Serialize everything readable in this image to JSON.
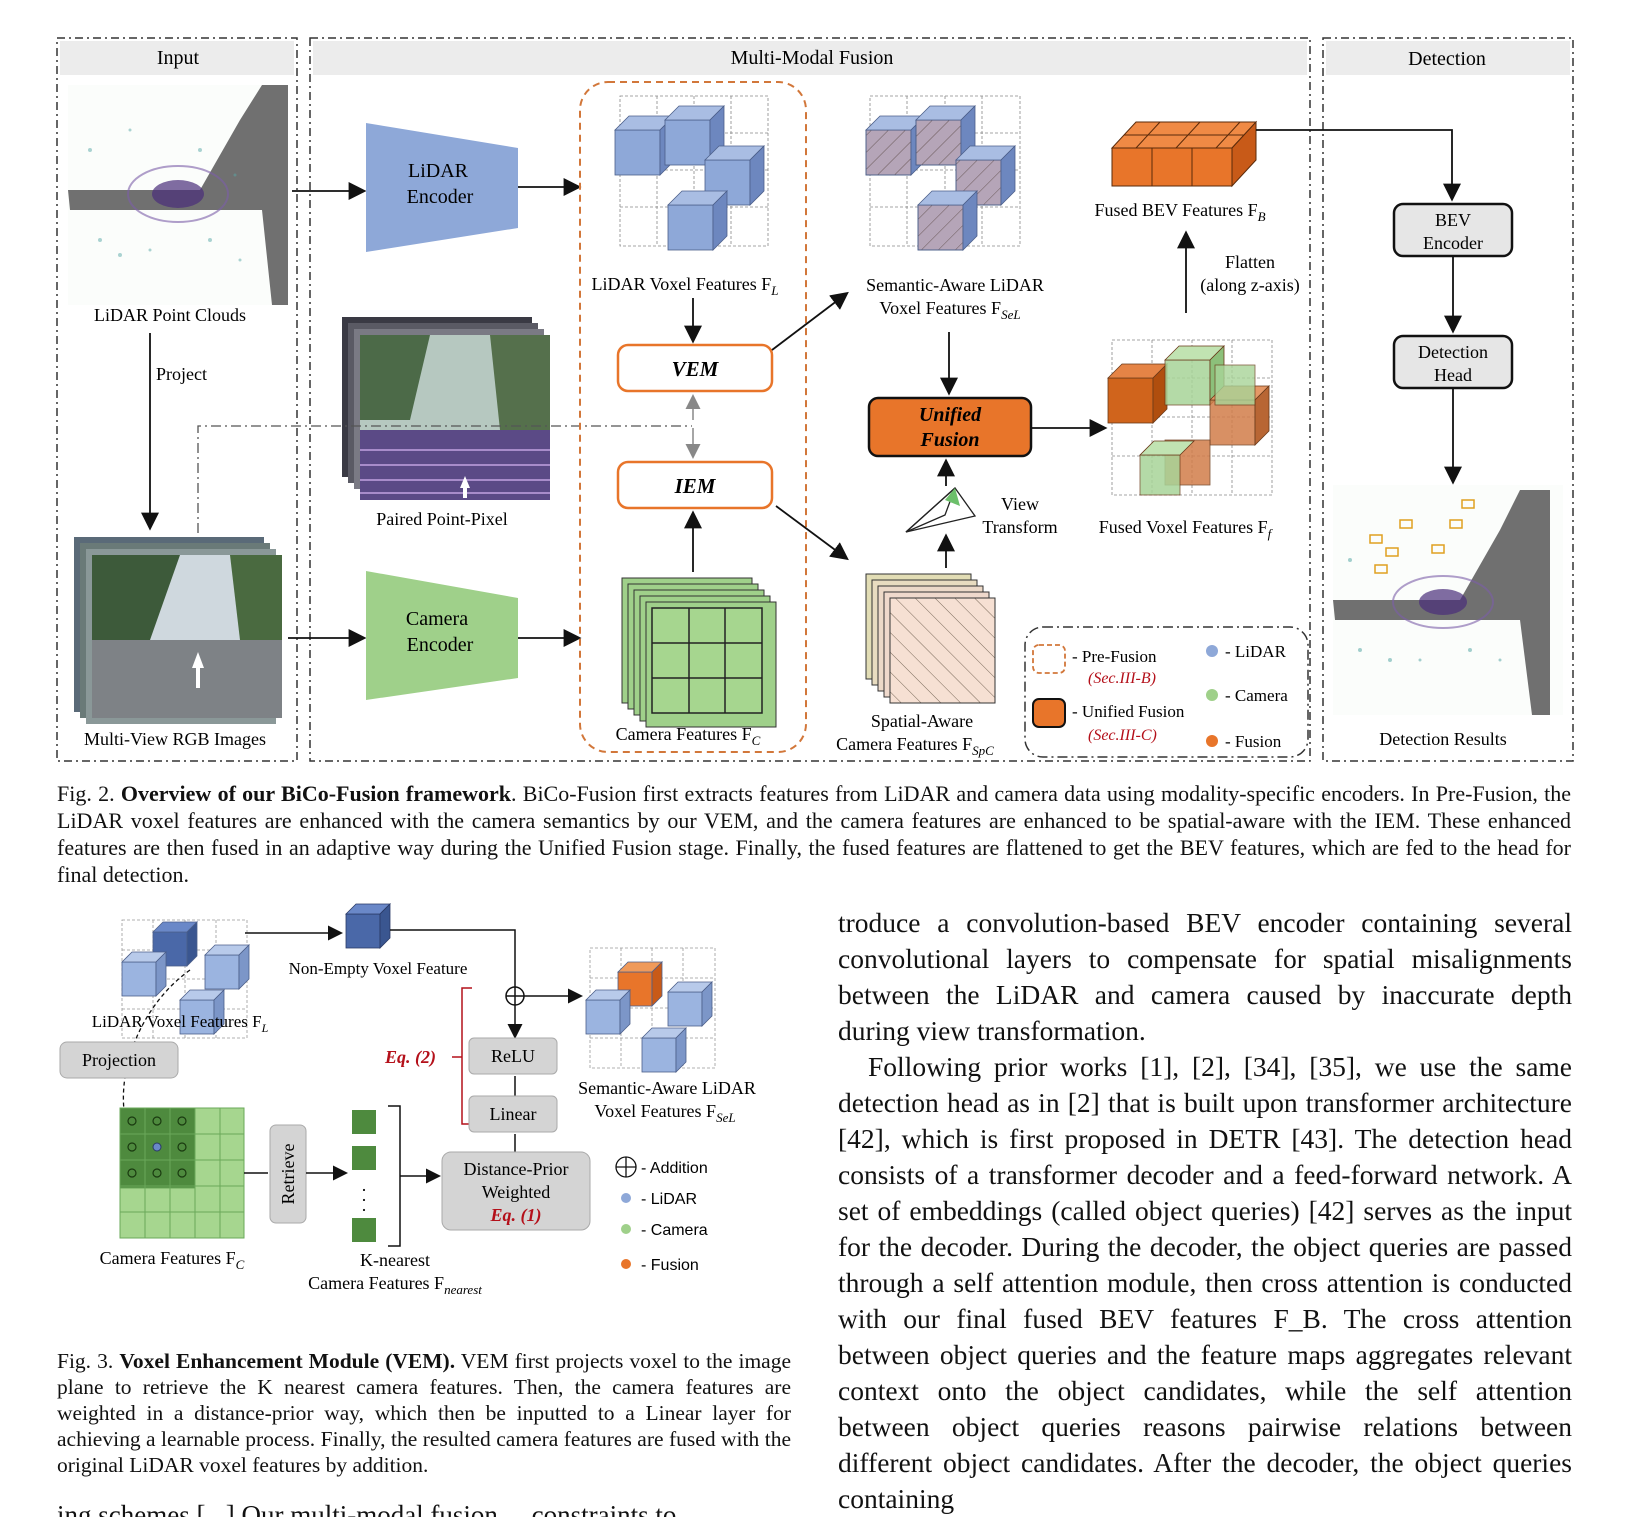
{
  "fig2": {
    "sections": {
      "input": "Input",
      "fusion": "Multi-Modal Fusion",
      "detection": "Detection"
    },
    "lidar_point_clouds": "LiDAR Point Clouds",
    "project": "Project",
    "multiview_rgb": "Multi-View RGB Images",
    "lidar_encoder": [
      "LiDAR",
      "Encoder"
    ],
    "camera_encoder": [
      "Camera",
      "Encoder"
    ],
    "paired_point_pixel": "Paired Point-Pixel",
    "lidar_voxel_features": "LiDAR Voxel Features F",
    "lidar_voxel_sub": "L",
    "camera_features": "Camera Features F",
    "camera_features_sub": "C",
    "vem": "VEM",
    "iem": "IEM",
    "semantic_aware": [
      "Semantic-Aware LiDAR",
      "Voxel Features F"
    ],
    "semantic_sub": "SeL",
    "unified_fusion": [
      "Unified",
      "Fusion"
    ],
    "view_transform": [
      "View",
      "Transform"
    ],
    "spatial_aware": [
      "Spatial-Aware",
      "Camera Features F"
    ],
    "spatial_sub": "SpC",
    "fused_bev": "Fused BEV Features F",
    "fused_bev_sub": "B",
    "flatten": [
      "Flatten",
      "(along z-axis)"
    ],
    "fused_voxel": "Fused Voxel Features F",
    "fused_voxel_sub": "f",
    "bev_encoder": [
      "BEV",
      "Encoder"
    ],
    "detection_head": [
      "Detection",
      "Head"
    ],
    "detection_results": "Detection Results",
    "legend": {
      "pre_fusion": "- Pre-Fusion",
      "pre_fusion_ref": "(Sec.III-B)",
      "unified_fusion": "- Unified Fusion",
      "unified_fusion_ref": "(Sec.III-C)",
      "lidar": "- LiDAR",
      "camera": "- Camera",
      "fusion": "- Fusion"
    }
  },
  "fig2_caption": {
    "label": "Fig. 2.",
    "title": "Overview of our BiCo-Fusion framework",
    "text": ". BiCo-Fusion first extracts features from LiDAR and camera data using modality-specific encoders. In Pre-Fusion, the LiDAR voxel features are enhanced with the camera semantics by our VEM, and the camera features are enhanced to be spatial-aware with the IEM. These enhanced features are then fused in an adaptive way during the Unified Fusion stage. Finally, the fused features are flattened to get the BEV features, which are fed to the head for final detection."
  },
  "fig3": {
    "lidar_voxel_features": "LiDAR Voxel Features F",
    "lidar_voxel_sub": "L",
    "non_empty": "Non-Empty Voxel Feature",
    "projection": "Projection",
    "eq2": "Eq. (2)",
    "relu": "ReLU",
    "linear": "Linear",
    "semantic_aware": [
      "Semantic-Aware LiDAR",
      "Voxel Features F"
    ],
    "semantic_sub": "SeL",
    "retrieve": "Retrieve",
    "distance_prior": [
      "Distance-Prior",
      "Weighted"
    ],
    "eq1": "Eq. (1)",
    "camera_features": "Camera Features F",
    "camera_sub": "C",
    "knearest": [
      "K-nearest",
      "Camera Features F"
    ],
    "knearest_sub": "nearest",
    "legend": {
      "addition": "- Addition",
      "lidar": "- LiDAR",
      "camera": "- Camera",
      "fusion": "- Fusion"
    }
  },
  "fig3_caption": {
    "label": "Fig. 3.",
    "title": "Voxel Enhancement Module (VEM).",
    "text": " VEM first projects voxel to the image plane to retrieve the K nearest camera features. Then, the camera features are weighted in a distance-prior way, which then be inputted to a Linear layer for achieving a learnable process. Finally, the resulted camera features are fused with the original LiDAR voxel features by addition."
  },
  "body": {
    "p1": "troduce a convolution-based BEV encoder containing several convolutional layers to compensate for spatial misalignments between the LiDAR and camera caused by inaccurate depth during view transformation.",
    "p2": "Following prior works [1], [2], [34], [35], we use the same detection head as in [2] that is built upon transformer architecture [42], which is first proposed in DETR [43]. The detection head consists of a transformer decoder and a feed-forward network. A set of embeddings (called object queries) [42] serves as the input for the decoder. During the decoder, the object queries are passed through a self attention module, then cross attention is conducted with our final fused BEV features F_B. The cross attention between object queries and the feature maps aggregates relevant context onto the object candidates, while the self attention between object queries reasons pairwise relations between different object candidates. After the decoder, the object queries containing",
    "left_trunc": "ing schemes [...] Our multi-modal fusion ... constraints to"
  },
  "colors": {
    "lidar": "#8ea8d8",
    "camera": "#9fd08a",
    "fusion": "#e8752a",
    "prefusion_border": "#d2773a",
    "eq_red": "#b4101a"
  }
}
